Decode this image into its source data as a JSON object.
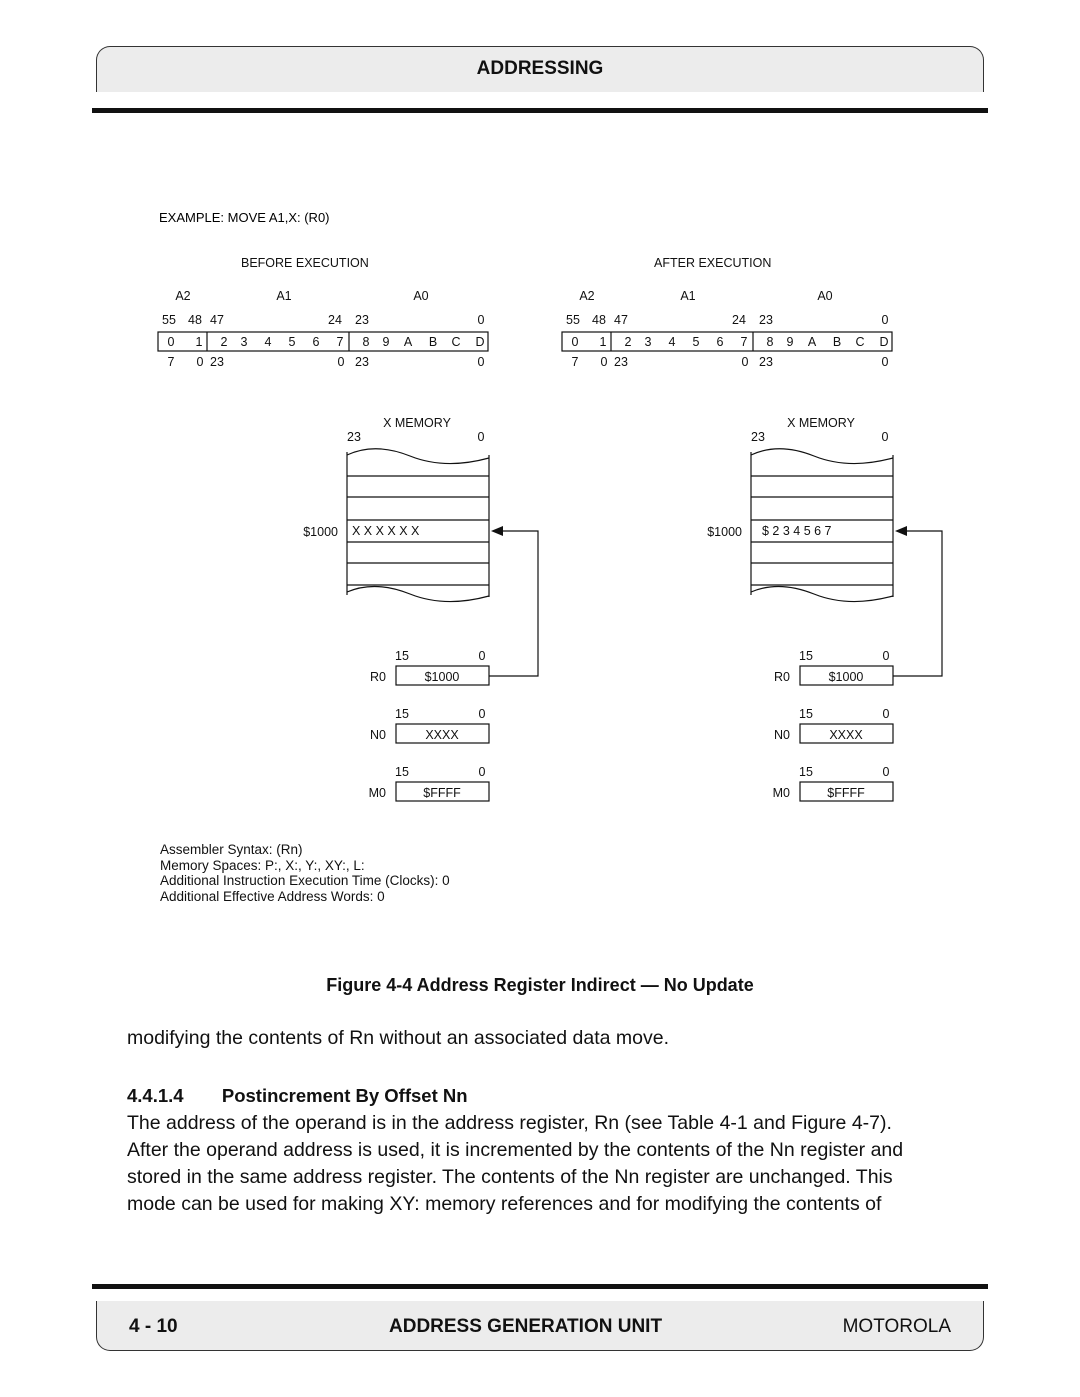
{
  "header": {
    "title": "ADDRESSING"
  },
  "figure": {
    "example": "EXAMPLE: MOVE A1,X: (R0)",
    "panels": [
      {
        "title": "BEFORE EXECUTION",
        "memory_value": "X  X  X  X  X  X"
      },
      {
        "title": "AFTER EXECUTION",
        "memory_value": "$  2  3  4  5  6  7"
      }
    ],
    "acc_labels": [
      "A2",
      "A1",
      "A0"
    ],
    "acc_top_bits": [
      "55",
      "48",
      "47",
      "24",
      "23",
      "0"
    ],
    "acc_cells": [
      "0",
      "1",
      "2",
      "3",
      "4",
      "5",
      "6",
      "7",
      "8",
      "9",
      "A",
      "B",
      "C",
      "D"
    ],
    "acc_bottom_bits": [
      "7",
      "0",
      "23",
      "0",
      "23",
      "0"
    ],
    "memory_title": "X MEMORY",
    "memory_bits": [
      "23",
      "0"
    ],
    "memory_address": "$1000",
    "register_bits": [
      "15",
      "0"
    ],
    "registers": [
      {
        "name": "R0",
        "value": "$1000"
      },
      {
        "name": "N0",
        "value": "XXXX"
      },
      {
        "name": "M0",
        "value": "$FFFF"
      }
    ],
    "notes": [
      "Assembler Syntax: (Rn)",
      "Memory Spaces: P:, X:, Y:, XY:, L:",
      "Additional Instruction Execution Time (Clocks): 0",
      "Additional Effective Address Words: 0"
    ],
    "caption": "Figure 4-4 Address Register Indirect — No Update"
  },
  "body": {
    "line1": "modifying the contents of Rn without an associated data move.",
    "section_number": "4.4.1.4",
    "section_title": "Postincrement By Offset Nn",
    "paragraph": [
      "The address of the operand is in the address register, Rn (see Table 4-1 and Figure 4-7).",
      "After the operand address is used, it is incremented by the contents of the Nn register and",
      "stored in the same address register. The contents of the Nn register are unchanged. This",
      "mode can be used for making XY: memory references and for modifying the contents of"
    ]
  },
  "footer": {
    "page": "4 - 10",
    "chapter": "ADDRESS GENERATION UNIT",
    "brand": "MOTOROLA"
  }
}
